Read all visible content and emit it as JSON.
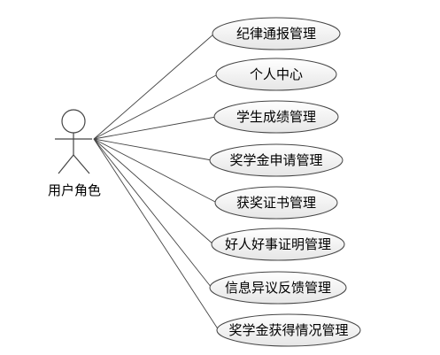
{
  "actor": {
    "label": "用户角色",
    "icon": "stick-figure-actor"
  },
  "use_cases": [
    "纪律通报管理",
    "个人中心",
    "学生成绩管理",
    "奖学金申请管理",
    "获奖证书管理",
    "好人好事证明管理",
    "信息异议反馈管理",
    "奖学金获得情况管理"
  ],
  "colors": {
    "ellipse_fill_top": "#ffffff",
    "ellipse_fill_bottom": "#ebebeb",
    "stroke": "#444444"
  }
}
